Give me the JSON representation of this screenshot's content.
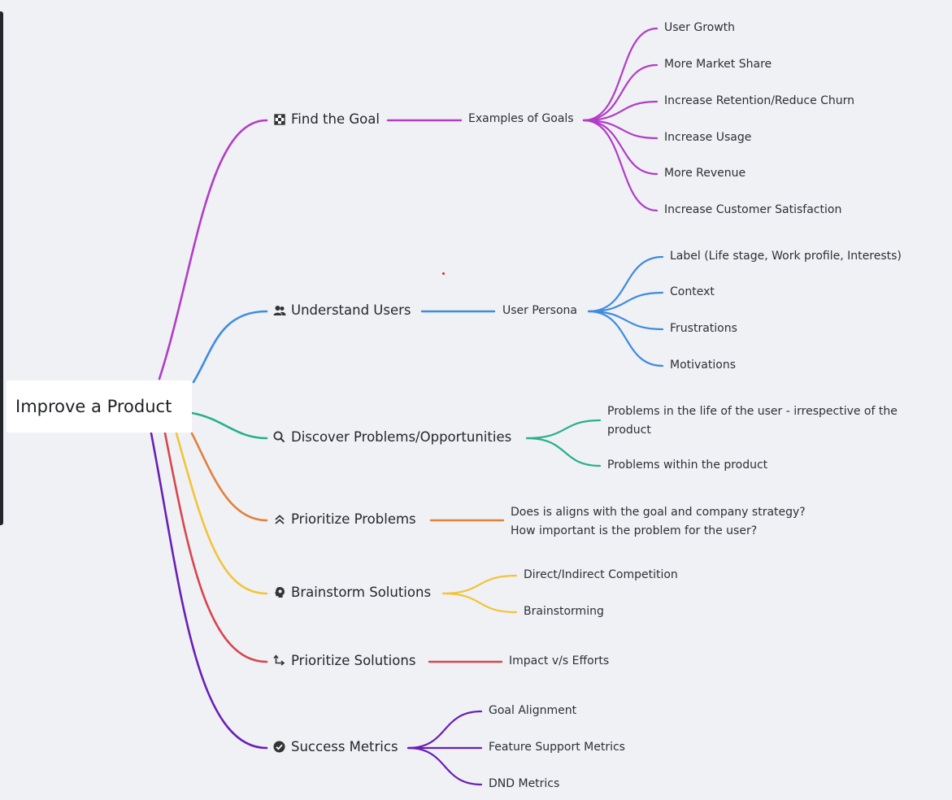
{
  "root": {
    "label": "Improve a Product"
  },
  "colors": {
    "goal": "#b23cc7",
    "users": "#3f8be0",
    "discover": "#26b08e",
    "prioritize_problems": "#e3803a",
    "brainstorm": "#f2c43a",
    "prioritize_solutions": "#d6474d",
    "metrics": "#6a1fb5",
    "background": "#eff1f5"
  },
  "branches": {
    "goal": {
      "label": "Find the Goal",
      "icon": "checkered-flag-icon",
      "child": "Examples of Goals",
      "leaves": [
        "User Growth",
        "More Market Share",
        "Increase Retention/Reduce Churn",
        "Increase Usage",
        "More Revenue",
        "Increase Customer Satisfaction"
      ]
    },
    "users": {
      "label": "Understand Users",
      "icon": "users-icon",
      "child": "User Persona",
      "leaves": [
        "Label (Life stage, Work profile, Interests)",
        "Context",
        "Frustrations",
        "Motivations"
      ]
    },
    "discover": {
      "label": "Discover Problems/Opportunities",
      "icon": "search-icon",
      "leaves": [
        "Problems in the life of the user - irrespective of the product",
        "Problems within the product"
      ]
    },
    "prioritize_problems": {
      "label": "Prioritize Problems",
      "icon": "double-chevron-up-icon",
      "lines": [
        "Does is aligns with the goal and company strategy?",
        "How important is the problem for the user?"
      ]
    },
    "brainstorm": {
      "label": "Brainstorm Solutions",
      "icon": "brain-icon",
      "leaves": [
        "Direct/Indirect Competition",
        "Brainstorming"
      ]
    },
    "prioritize_solutions": {
      "label": "Prioritize Solutions",
      "icon": "swap-arrows-icon",
      "child": "Impact v/s Efforts"
    },
    "metrics": {
      "label": "Success Metrics",
      "icon": "check-circle-icon",
      "leaves": [
        "Goal Alignment",
        "Feature Support Metrics",
        "DND Metrics"
      ]
    }
  }
}
